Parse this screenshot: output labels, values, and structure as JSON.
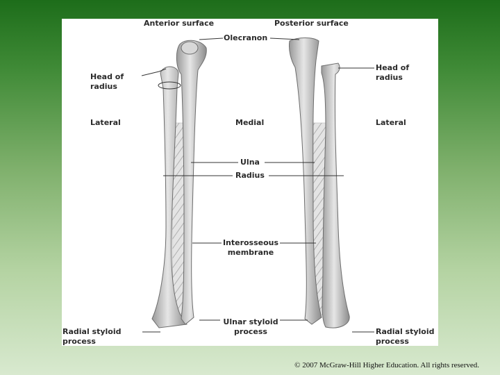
{
  "diagram": {
    "labels": {
      "anterior_surface": "Anterior surface",
      "posterior_surface": "Posterior surface",
      "olecranon": "Olecranon",
      "head_of_radius_left": "Head of\nradius",
      "head_of_radius_right": "Head of\nradius",
      "lateral_left": "Lateral",
      "medial": "Medial",
      "lateral_right": "Lateral",
      "ulna": "Ulna",
      "radius": "Radius",
      "interosseous_membrane": "Interosseous\nmembrane",
      "ulnar_styloid_process": "Ulnar styloid\nprocess",
      "radial_styloid_left": "Radial styloid\nprocess",
      "radial_styloid_right": "Radial styloid\nprocess"
    }
  },
  "footer": {
    "copyright": "© 2007 McGraw-Hill Higher Education.  All rights reserved."
  }
}
